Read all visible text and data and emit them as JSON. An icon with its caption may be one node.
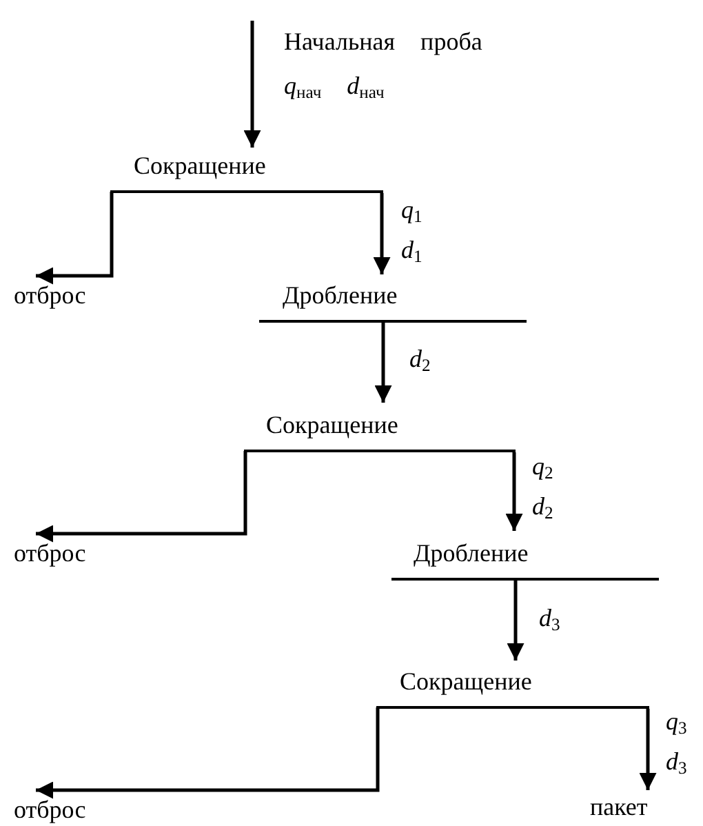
{
  "diagram": {
    "nodes": [
      {
        "text": [
          "Сокращение"
        ]
      },
      {
        "text": [
          "отброс"
        ]
      },
      {
        "text": [
          "Дробление"
        ]
      },
      {
        "text": [
          "Сокращение"
        ]
      },
      {
        "text": [
          "отброс"
        ]
      },
      {
        "text": [
          "Дробление"
        ]
      },
      {
        "text": [
          "Сокращение"
        ]
      },
      {
        "text": [
          "отброс"
        ]
      },
      {
        "text": [
          "пакет"
        ]
      }
    ],
    "edges": [
      {
        "from": null,
        "to": 0,
        "arrow": "to"
      },
      {
        "from": 0,
        "to": 1,
        "arrow": "to"
      },
      {
        "from": 0,
        "to": 2,
        "arrow": "to",
        "label": "*q*$_{1}$ *d*$_{1}$"
      },
      {
        "from": 2,
        "to": 3,
        "arrow": "to",
        "label": "*d*$_{2}$"
      },
      {
        "from": 3,
        "to": 4,
        "arrow": "to"
      },
      {
        "from": 3,
        "to": 5,
        "arrow": "to",
        "label": "*q*$_{2}$ *d*$_{2}$"
      },
      {
        "from": 5,
        "to": 6,
        "arrow": "to",
        "label": "*d*$_{3}$"
      },
      {
        "from": 6,
        "to": 7,
        "arrow": "to"
      },
      {
        "from": 6,
        "to": 8,
        "arrow": "to",
        "label": "*q*$_{3}$ *d*$_{3}$"
      }
    ],
    "labels": [
      "Начальная проба",
      "*q*$_{нач}$ *d*$_{нач}$"
    ]
  }
}
